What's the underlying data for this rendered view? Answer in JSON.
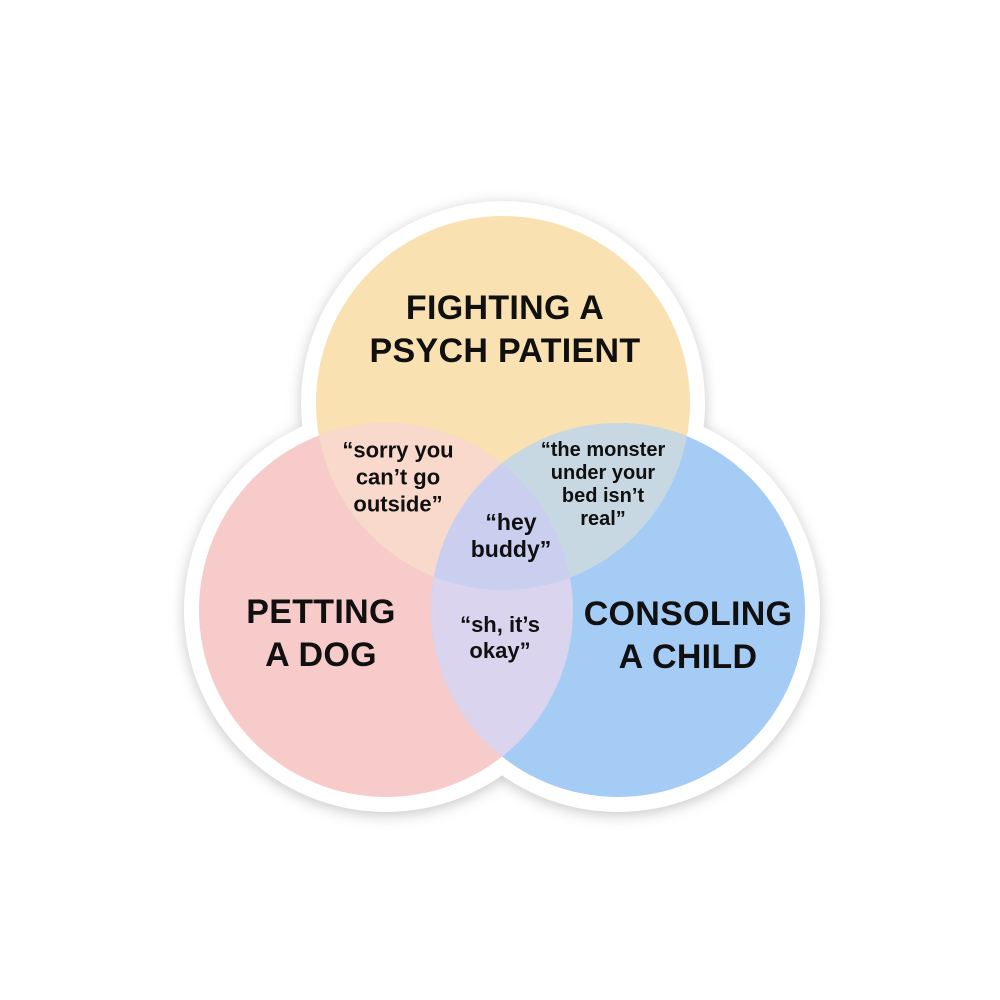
{
  "page": {
    "background": "#ffffff"
  },
  "sticker": {
    "outline_color": "#ffffff",
    "shadow_color": "rgba(0,0,0,0.22)"
  },
  "venn": {
    "text_color": "#101010",
    "sets": [
      {
        "name": "fighting-a-psych-patient",
        "label_lines": [
          "FIGHTING A",
          "PSYCH PATIENT"
        ],
        "color": "#F9E1B1"
      },
      {
        "name": "petting-a-dog",
        "label_lines": [
          "PETTING",
          "A DOG"
        ],
        "color": "#F8CBCB"
      },
      {
        "name": "consoling-a-child",
        "label_lines": [
          "CONSOLING",
          "A CHILD"
        ],
        "color": "#A5CCF5"
      }
    ],
    "overlaps": [
      {
        "name": "fighting-and-petting",
        "lines": [
          "“sorry you",
          "can’t go",
          "outside”"
        ],
        "color": "#F8D9CB"
      },
      {
        "name": "fighting-and-consoling",
        "lines": [
          "“the monster",
          "under your",
          "bed isn’t",
          "real”"
        ],
        "color": "#C8D8E2"
      },
      {
        "name": "petting-and-consoling",
        "lines": [
          "“sh, it’s",
          "okay”"
        ],
        "color": "#DAD4EF"
      },
      {
        "name": "all-three",
        "lines": [
          "“hey",
          "buddy”"
        ],
        "color": "#CACFF0"
      }
    ]
  }
}
